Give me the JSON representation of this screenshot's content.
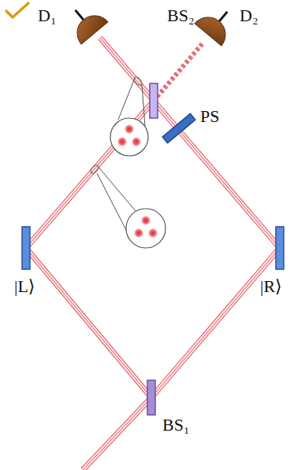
{
  "diagram": {
    "labels": [
      "D₁",
      "BS₂",
      "D₂",
      "PS",
      "|L⟩",
      "|R⟩",
      "BS₁"
    ]
  }
}
